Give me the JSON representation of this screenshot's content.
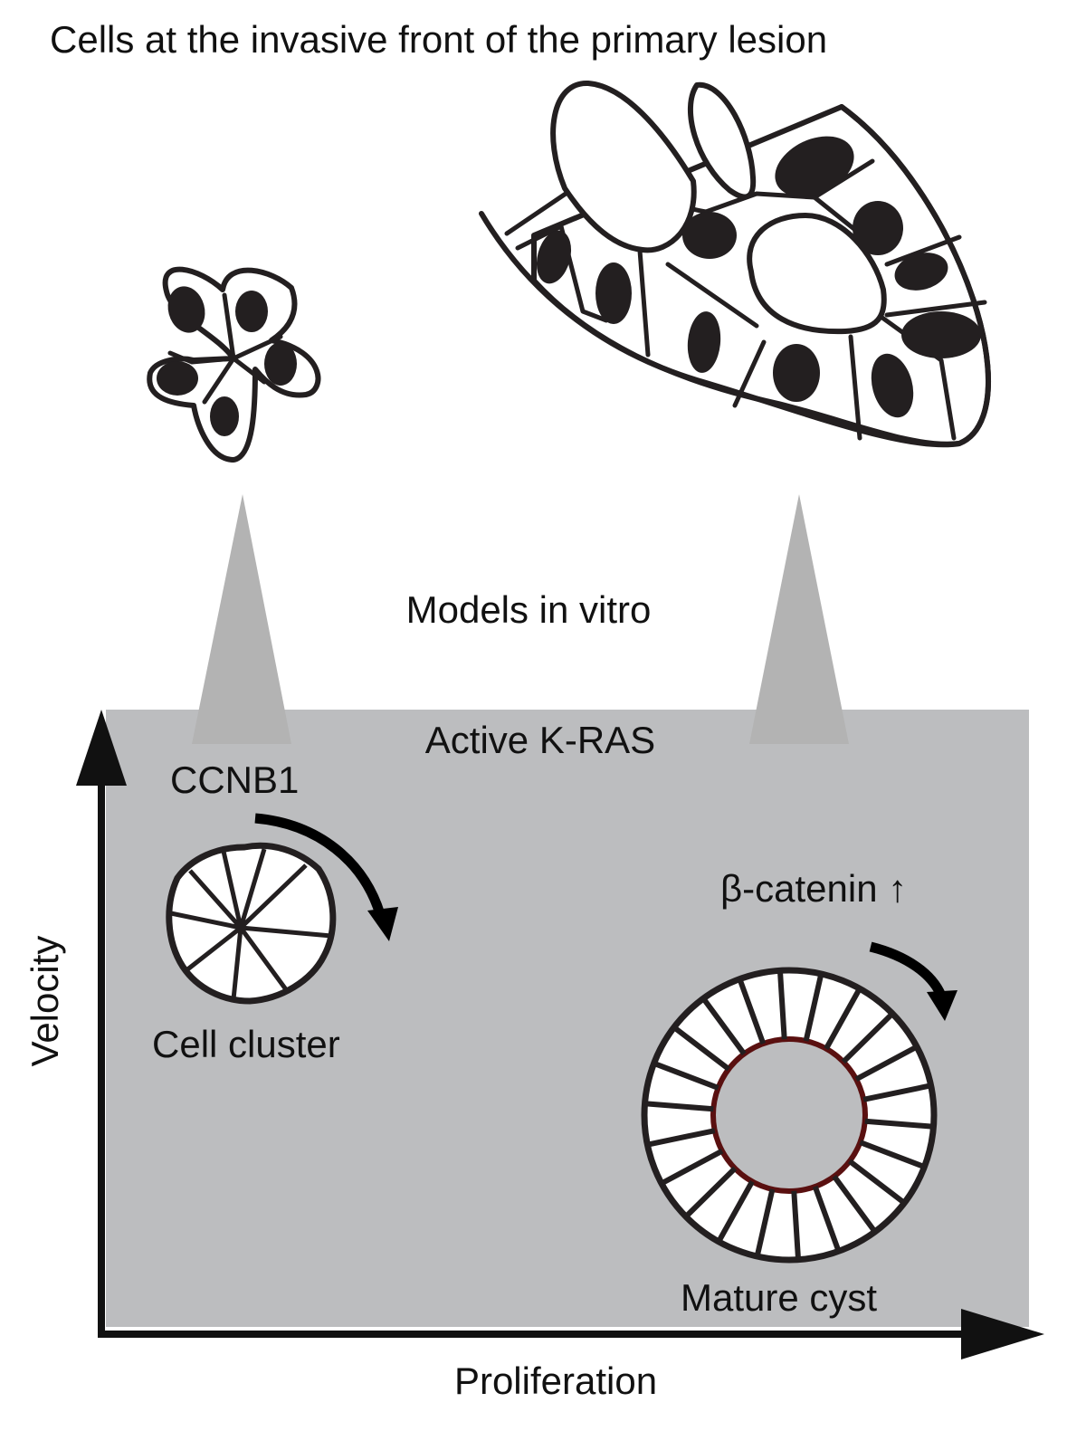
{
  "title": "Cells at the invasive front of the primary lesion",
  "models_label": "Models in vitro",
  "region_label": "Active K-RAS",
  "axes": {
    "x_label": "Proliferation",
    "y_label": "Velocity"
  },
  "cluster": {
    "label": "Cell cluster",
    "marker": "CCNB1"
  },
  "cyst": {
    "label": "Mature cyst",
    "marker": "β-catenin ↑"
  },
  "colors": {
    "panel": "#bcbdbf",
    "ink": "#231f20",
    "lumen_border": "#5a1010",
    "callout": "#b3b3b3"
  }
}
